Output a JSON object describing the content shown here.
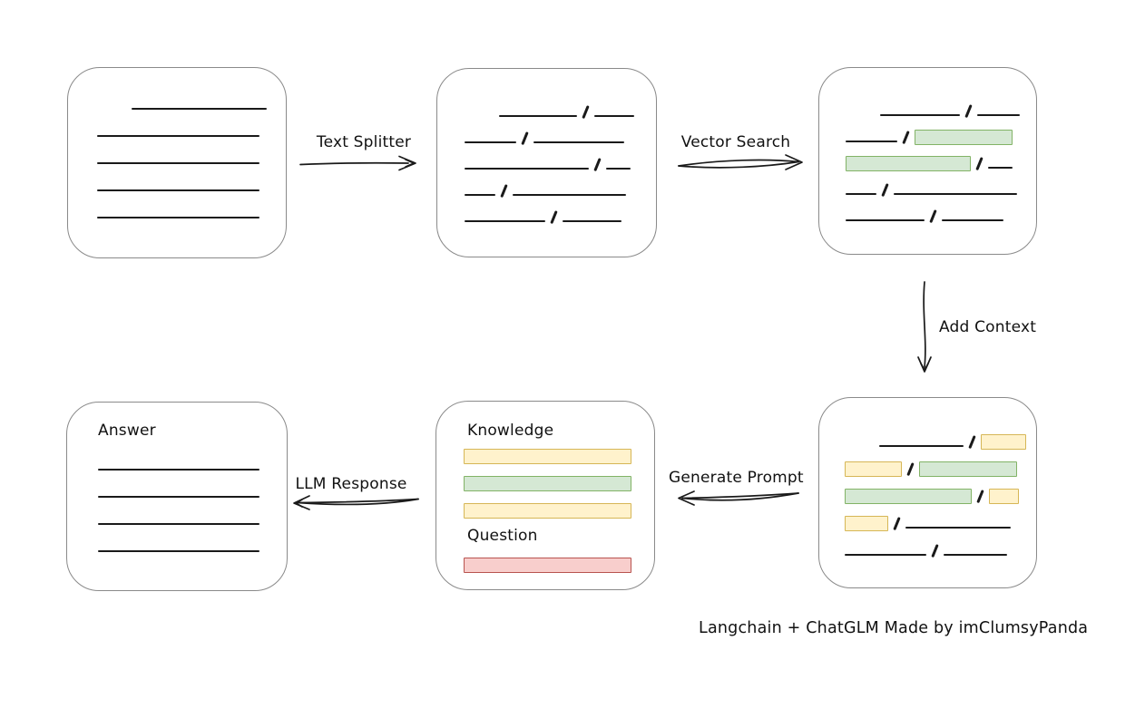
{
  "labels": {
    "text_splitter": "Text Splitter",
    "vector_search": "Vector Search",
    "add_context": "Add Context",
    "generate_prompt": "Generate Prompt",
    "llm_response": "LLM Response",
    "knowledge": "Knowledge",
    "question": "Question",
    "answer": "Answer",
    "caption": "Langchain + ChatGLM Made by imClumsyPanda"
  },
  "colors": {
    "line": "#1a1a1a",
    "box_stroke": "#8a8a8a",
    "green_fill": "#d5e8d4",
    "green_stroke": "#82b366",
    "yellow_fill": "#fff2cc",
    "yellow_stroke": "#d6b656",
    "red_fill": "#f8cecc",
    "red_stroke": "#b85450"
  },
  "boxes": {
    "document": {
      "rows": [
        [
          {
            "t": "space",
            "w": 30
          },
          {
            "t": "line",
            "w": 149
          }
        ],
        [
          {
            "t": "line",
            "w": 179
          }
        ],
        [
          {
            "t": "line",
            "w": 179
          }
        ],
        [
          {
            "t": "line",
            "w": 179
          }
        ],
        [
          {
            "t": "line",
            "w": 179
          }
        ]
      ]
    },
    "chunks": {
      "rows": [
        [
          {
            "t": "space",
            "w": 30
          },
          {
            "t": "line",
            "w": 86
          },
          {
            "t": "slash"
          },
          {
            "t": "line",
            "w": 44
          }
        ],
        [
          {
            "t": "line",
            "w": 57
          },
          {
            "t": "slash"
          },
          {
            "t": "line",
            "w": 100
          }
        ],
        [
          {
            "t": "line",
            "w": 137
          },
          {
            "t": "slash"
          },
          {
            "t": "line",
            "w": 27
          }
        ],
        [
          {
            "t": "line",
            "w": 34
          },
          {
            "t": "slash"
          },
          {
            "t": "line",
            "w": 125
          }
        ],
        [
          {
            "t": "line",
            "w": 89
          },
          {
            "t": "slash"
          },
          {
            "t": "line",
            "w": 65
          }
        ]
      ]
    },
    "retrieved": {
      "rows": [
        [
          {
            "t": "space",
            "w": 30
          },
          {
            "t": "line",
            "w": 88
          },
          {
            "t": "slash"
          },
          {
            "t": "line",
            "w": 47
          }
        ],
        [
          {
            "t": "line",
            "w": 57
          },
          {
            "t": "slash"
          },
          {
            "t": "chip",
            "c": "green",
            "w": 106
          }
        ],
        [
          {
            "t": "chip",
            "c": "green",
            "w": 136
          },
          {
            "t": "slash"
          },
          {
            "t": "line",
            "w": 27
          }
        ],
        [
          {
            "t": "line",
            "w": 34
          },
          {
            "t": "slash"
          },
          {
            "t": "line",
            "w": 136
          }
        ],
        [
          {
            "t": "line",
            "w": 87
          },
          {
            "t": "slash"
          },
          {
            "t": "line",
            "w": 68
          }
        ]
      ]
    },
    "context": {
      "rows": [
        [
          {
            "t": "space",
            "w": 30
          },
          {
            "t": "line",
            "w": 93
          },
          {
            "t": "slash"
          },
          {
            "t": "chip",
            "c": "yellow",
            "w": 48
          }
        ],
        [
          {
            "t": "chip",
            "c": "yellow",
            "w": 61
          },
          {
            "t": "slash"
          },
          {
            "t": "chip",
            "c": "green",
            "w": 106
          }
        ],
        [
          {
            "t": "chip",
            "c": "green",
            "w": 138
          },
          {
            "t": "slash"
          },
          {
            "t": "chip",
            "c": "yellow",
            "w": 31
          }
        ],
        [
          {
            "t": "chip",
            "c": "yellow",
            "w": 46
          },
          {
            "t": "slash"
          },
          {
            "t": "line",
            "w": 116
          }
        ],
        [
          {
            "t": "line",
            "w": 90
          },
          {
            "t": "slash"
          },
          {
            "t": "line",
            "w": 70
          }
        ]
      ]
    },
    "prompt": {
      "knowledge_bars": [
        [
          {
            "t": "chip",
            "c": "yellow",
            "w": 183
          }
        ],
        [
          {
            "t": "chip",
            "c": "green",
            "w": 183
          }
        ],
        [
          {
            "t": "chip",
            "c": "yellow",
            "w": 183
          }
        ]
      ],
      "question_bars": [
        [
          {
            "t": "chip",
            "c": "red",
            "w": 183
          }
        ]
      ]
    },
    "answer": {
      "rows": [
        [
          {
            "t": "line",
            "w": 178
          }
        ],
        [
          {
            "t": "line",
            "w": 178
          }
        ],
        [
          {
            "t": "line",
            "w": 178
          }
        ],
        [
          {
            "t": "line",
            "w": 178
          }
        ]
      ]
    }
  }
}
